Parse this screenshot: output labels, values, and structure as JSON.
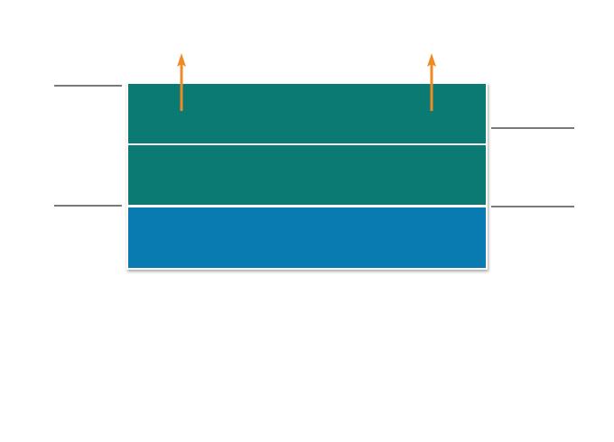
{
  "diagram": {
    "layers": [
      {
        "id": "layer-top",
        "label": "",
        "color": "#0a7a72"
      },
      {
        "id": "layer-middle",
        "label": "",
        "color": "#0a7a72"
      },
      {
        "id": "layer-bottom",
        "label": "",
        "color": "#0a7bb0"
      }
    ],
    "arrows": {
      "color": "#f08a24",
      "direction": "up",
      "count": 2
    },
    "leader_lines": {
      "color": "#7a7a7a",
      "left_count": 2,
      "right_count": 2
    }
  }
}
